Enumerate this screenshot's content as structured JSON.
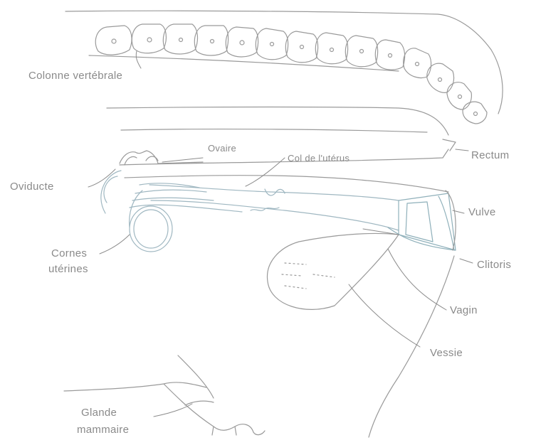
{
  "diagram": {
    "line_color": "#9a9a9a",
    "organ_color": "#b9cfd6",
    "text_color": "#8a8a8a",
    "labels": {
      "colonne": "Colonne vertébrale",
      "ovaire": "Ovaire",
      "col_uterus": "Col de l'utérus",
      "rectum": "Rectum",
      "oviducte": "Oviducte",
      "vulve": "Vulve",
      "cornes_1": "Cornes",
      "cornes_2": "utérines",
      "clitoris": "Clitoris",
      "vagin": "Vagin",
      "vessie": "Vessie",
      "glande_1": "Glande",
      "glande_2": "mammaire"
    }
  }
}
